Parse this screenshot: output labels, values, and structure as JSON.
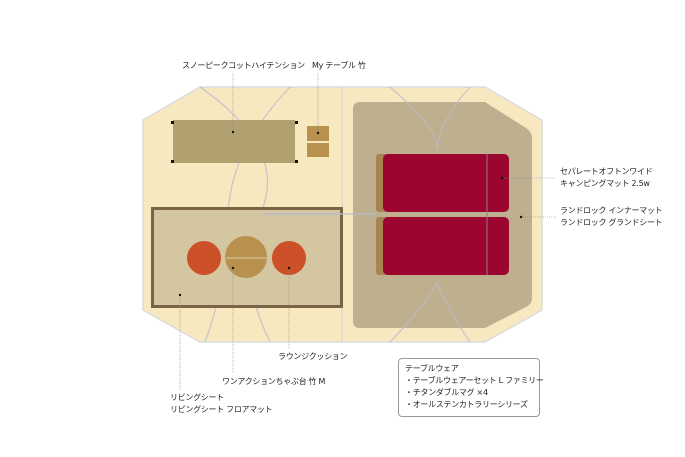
{
  "labels": {
    "cot": "スノーピークコットハイテンション",
    "table": "My テーブル 竹",
    "mat_line1": "セパレートオフトンワイド",
    "mat_line2": "キャンピングマット 2.5w",
    "inner_line1": "ランドロック インナーマット",
    "inner_line2": "ランドロック グランドシート",
    "cushion": "ラウンジクッション",
    "chabudai": "ワンアクションちゃぶ台 竹 M",
    "living_line1": "リビングシート",
    "living_line2": "リビングシート フロアマット"
  },
  "tableware": {
    "title": "テーブルウェア",
    "items": [
      "・テーブルウェアーセット L ファミリー",
      "・チタンダブルマグ ×4",
      "・オールステンカトラリーシリーズ"
    ]
  },
  "colors": {
    "tent": "#f8e8c0",
    "inner_mat": "#beb08e",
    "cot": "#b1a070",
    "rug": "#d3c6a0",
    "rug_border": "#7a6347",
    "mattress": "#9b0530",
    "cushion": "#cc5028",
    "chabudai": "#b8914f"
  }
}
